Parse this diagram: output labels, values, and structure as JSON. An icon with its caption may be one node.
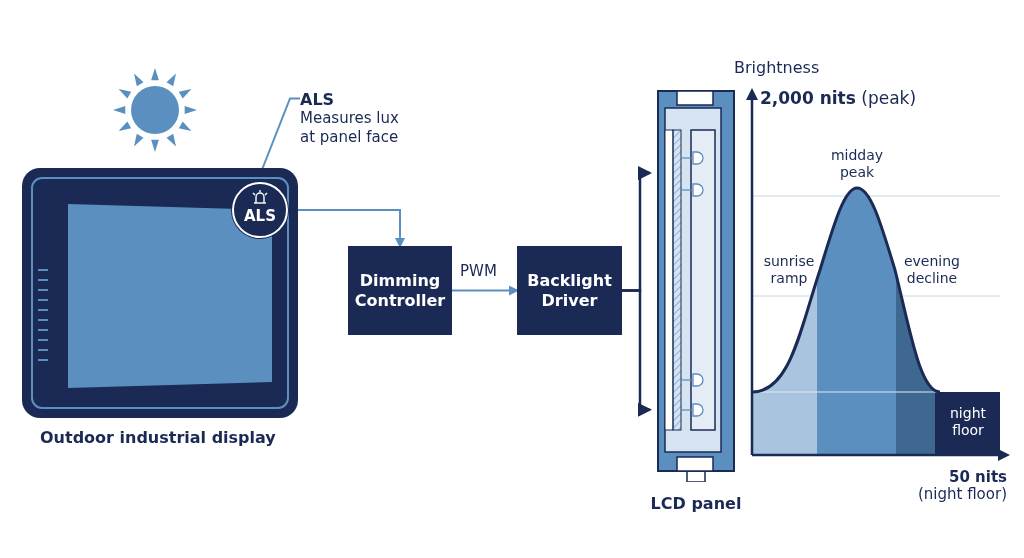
{
  "diagram": {
    "nodes": [
      {
        "text": [
          "Outdoor industrial display"
        ]
      },
      {
        "text": [
          "ALS"
        ],
        "in": 0
      },
      {
        "text": [
          "ALS",
          "Measures lux at panel face"
        ]
      },
      {
        "text": [
          "Dimming Controller"
        ]
      },
      {
        "text": [
          "Backlight Driver"
        ]
      },
      {
        "text": [
          "LCD panel"
        ]
      }
    ],
    "edges": [
      {
        "from": 2,
        "to": 1,
        "arrow": "none"
      },
      {
        "from": 1,
        "to": 3,
        "arrow": "to"
      },
      {
        "from": 3,
        "to": 4,
        "arrow": "to",
        "label": "PWM"
      },
      {
        "from": 4,
        "to": 5,
        "arrow": "to",
        "color": "#1b2a55"
      },
      {
        "from": 4,
        "to": 5,
        "arrow": "to",
        "color": "#1b2a55"
      }
    ],
    "labels": [
      "Brightness",
      "**2,000 nits** (peak)",
      "midday peak",
      "sunrise ramp",
      "evening decline",
      "night floor",
      "**50 nits** (night floor)"
    ]
  }
}
